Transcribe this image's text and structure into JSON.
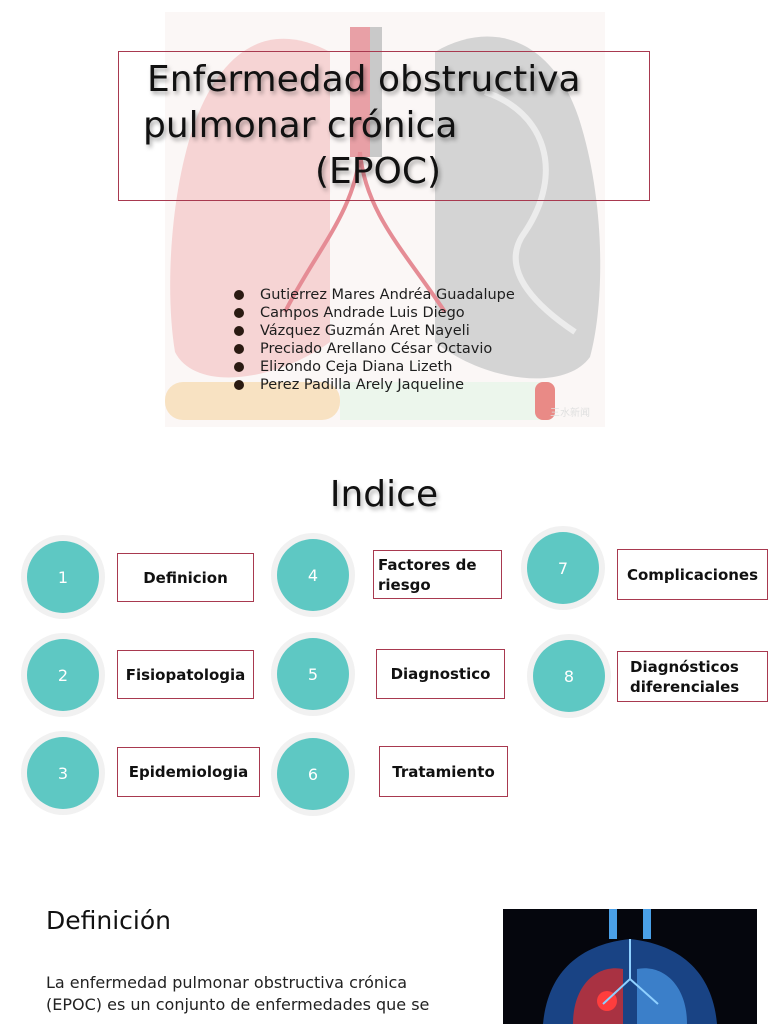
{
  "title_slide": {
    "title_line1": "Enfermedad obstructiva",
    "title_line2": "pulmonar crónica",
    "title_line3": "(EPOC)",
    "authors": [
      "Gutierrez Mares Andréa Guadalupe",
      "Campos Andrade Luis Diego",
      "Vázquez Guzmán Aret Nayeli",
      "Preciado Arellano César Octavio",
      "Elizondo Ceja Diana Lizeth",
      "Perez Padilla Arely Jaqueline"
    ],
    "watermark": "三水新闻"
  },
  "index_slide": {
    "title": "Indice",
    "items": [
      {
        "number": "1",
        "label": "Definicion"
      },
      {
        "number": "2",
        "label": "Fisiopatologia"
      },
      {
        "number": "3",
        "label": "Epidemiologia"
      },
      {
        "number": "4",
        "label": "Factores de riesgo"
      },
      {
        "number": "5",
        "label": "Diagnostico"
      },
      {
        "number": "6",
        "label": "Tratamiento"
      },
      {
        "number": "7",
        "label": "Complicaciones"
      },
      {
        "number": "8",
        "label": "Diagnósticos diferenciales"
      }
    ],
    "accent_color": "#5ec8c3",
    "border_color": "#a8394f"
  },
  "definition_slide": {
    "title": "Definición",
    "body": "La enfermedad pulmonar obstructiva crónica (EPOC) es un conjunto de enfermedades que se"
  }
}
